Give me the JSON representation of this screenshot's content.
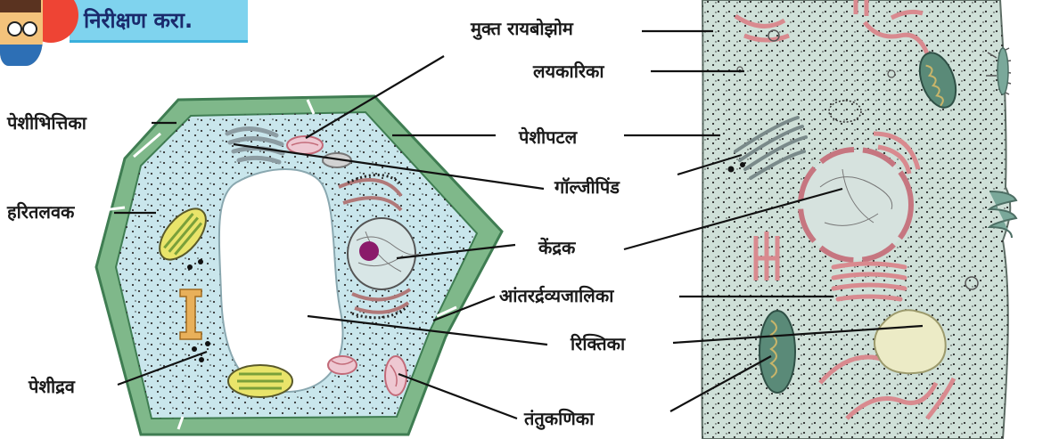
{
  "banner": {
    "title": "निरीक्षण करा."
  },
  "labels": {
    "cell_wall": "पेशीभित्तिका",
    "chloroplast": "हरितलवक",
    "cytoplasm": "पेशीद्रव",
    "free_ribosomes": "मुक्त रायबोझोम",
    "lysosome": "लयकारिका",
    "cell_membrane": "पेशीपटल",
    "golgi": "गॉल्जीपिंड",
    "nucleus": "केंद्रक",
    "er": "आंतरर्द्रव्यजालिका",
    "vacuole": "रिक्तिका",
    "mitochondria": "तंतुकणिका"
  },
  "colors": {
    "cell_wall": "#7fb88a",
    "cell_wall_edge": "#3f7d52",
    "plant_cytoplasm": "#c9e6ec",
    "animal_cytoplasm": "#cfe0d8",
    "er": "#d98a8f",
    "mitochondria_outer": "#c26a78",
    "chloroplast": "#e9e46a",
    "banner": "#7fd3ee",
    "mascot": "#ee4434"
  }
}
